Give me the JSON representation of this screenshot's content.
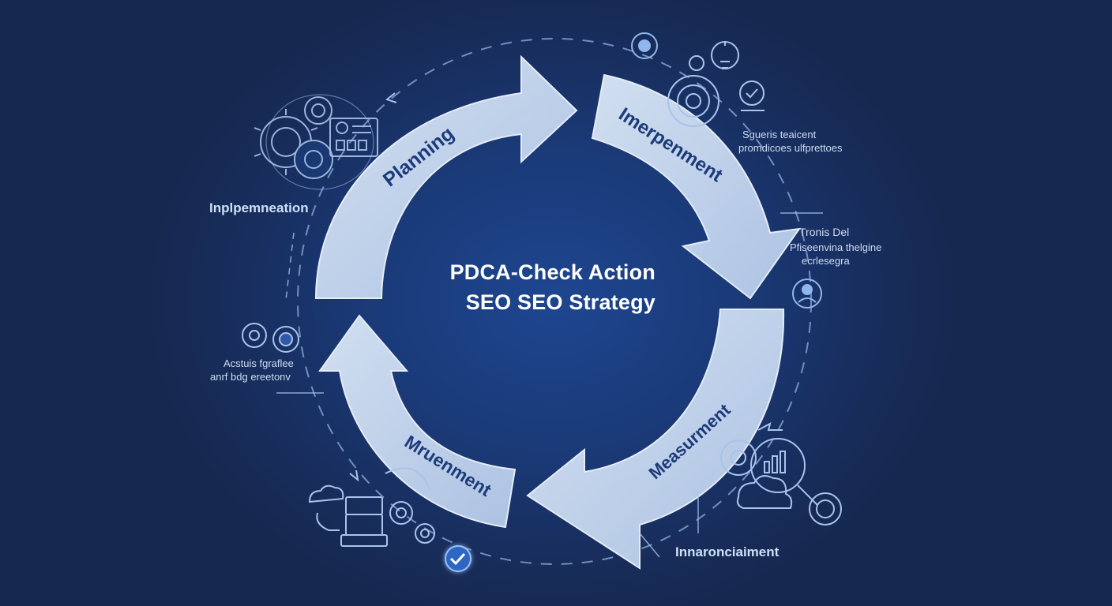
{
  "diagram": {
    "center": {
      "line1": "PDCA-Check Action",
      "line2": "SEO SEO Strategy"
    },
    "stages": [
      {
        "name": "Planning"
      },
      {
        "name": "Imerpenment"
      },
      {
        "name": "Measurment"
      },
      {
        "name": "Mruenment"
      }
    ],
    "side_labels": {
      "left_top": "Inplpemneation",
      "bottom": "Innaronciaiment"
    },
    "notes": {
      "top_right_line1": "Sgueris teaicent",
      "top_right_line2": "promdicoes ulfprettoes",
      "mid_right_line1": "Tronis Del",
      "mid_right_line2": "Pfiseenvina thelgine",
      "mid_right_line3": "ecrlesegra",
      "left_mid_line1": "Acstuis fgraflee",
      "left_mid_line2": "anrf bdg ereetonv"
    },
    "icons": [
      "gears-icon",
      "dashboard-icon",
      "settings-badge-icon",
      "lightbulb-gear-icon",
      "gear-circle-icon",
      "checkmark-circle-icon",
      "user-circle-icon",
      "analytics-magnifier-icon",
      "cloud-icon",
      "server-gear-icon",
      "check-badge-icon"
    ],
    "colors": {
      "arrow_fill": "#c9daf0",
      "arrow_stroke": "#e8f0fb",
      "arrow_text": "#1c3b7a",
      "background": "#1a3a78",
      "line_art": "#a9c3ea"
    }
  }
}
